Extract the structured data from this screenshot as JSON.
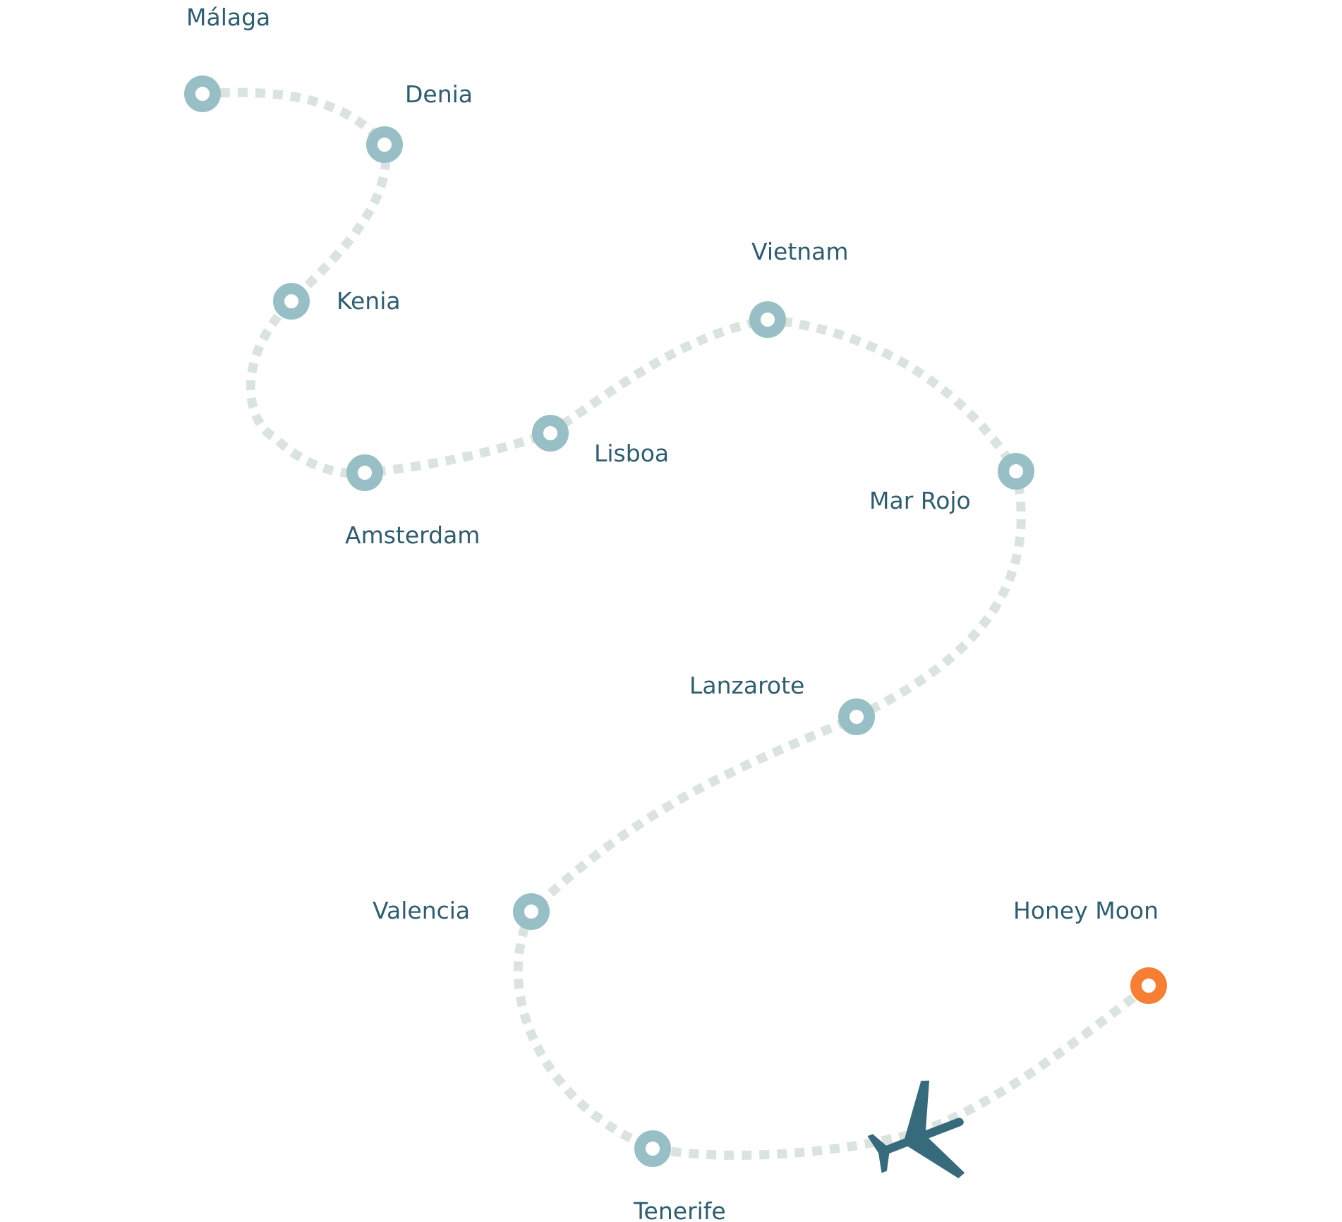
{
  "colors": {
    "route": "#dbe3e0",
    "stop": "#98bfc6",
    "destination": "#f67f34",
    "label": "#2f5d6e",
    "plane": "#376b7c"
  },
  "icons": {
    "plane": "airplane-icon"
  },
  "route": {
    "stops": [
      {
        "id": "malaga",
        "label": "Málaga"
      },
      {
        "id": "denia",
        "label": "Denia"
      },
      {
        "id": "kenia",
        "label": "Kenia"
      },
      {
        "id": "amsterdam",
        "label": "Amsterdam"
      },
      {
        "id": "lisboa",
        "label": "Lisboa"
      },
      {
        "id": "vietnam",
        "label": "Vietnam"
      },
      {
        "id": "mar-rojo",
        "label": "Mar Rojo"
      },
      {
        "id": "lanzarote",
        "label": "Lanzarote"
      },
      {
        "id": "valencia",
        "label": "Valencia"
      },
      {
        "id": "tenerife",
        "label": "Tenerife"
      }
    ],
    "destination": {
      "id": "honey-moon",
      "label": "Honey Moon"
    }
  }
}
